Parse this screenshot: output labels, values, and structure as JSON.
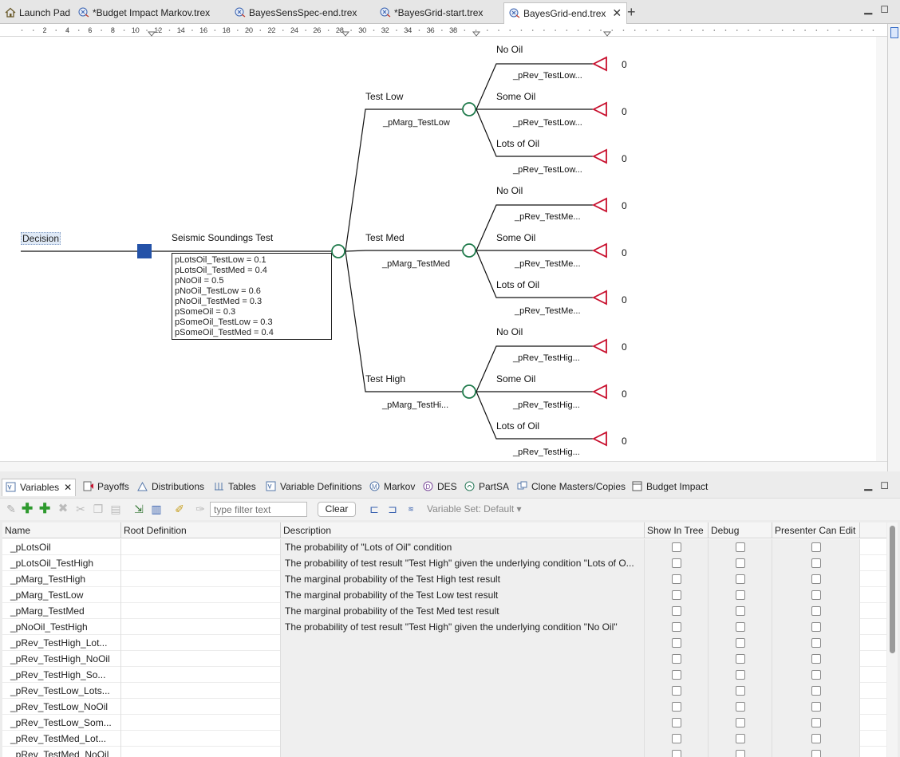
{
  "editor_tabs": [
    {
      "label": "Launch Pad",
      "icon": "house-icon",
      "active": false
    },
    {
      "label": "*Budget Impact Markov.trex",
      "icon": "tree-file-icon",
      "active": false
    },
    {
      "label": "BayesSensSpec-end.trex",
      "icon": "tree-file-icon",
      "active": false
    },
    {
      "label": "*BayesGrid-start.trex",
      "icon": "tree-file-icon",
      "active": false
    },
    {
      "label": "BayesGrid-end.trex",
      "icon": "tree-file-icon",
      "active": true
    }
  ],
  "ruler": {
    "labels": [
      "2",
      "4",
      "6",
      "8",
      "10",
      "12",
      "14",
      "16",
      "18",
      "20",
      "22",
      "24",
      "26",
      "28",
      "30",
      "32",
      "34",
      "36",
      "38"
    ]
  },
  "tree": {
    "root_label": "Decision",
    "decision_node_color": "#2452a8",
    "chance_node_color": "#1f7a4b",
    "terminal_node_color": "#c8102e",
    "strategy": {
      "label": "Seismic Soundings Test",
      "definitions": [
        "pLotsOil_TestLow = 0.1",
        "pLotsOil_TestMed = 0.4",
        "pNoOil = 0.5",
        "pNoOil_TestLow = 0.6",
        "pNoOil_TestMed = 0.3",
        "pSomeOil = 0.3",
        "pSomeOil_TestLow = 0.3",
        "pSomeOil_TestMed = 0.4"
      ]
    },
    "tests": [
      {
        "label": "Test Low",
        "prob": "_pMarg_TestLow",
        "outcomes": [
          {
            "label": "No Oil",
            "prob": "_pRev_TestLow...",
            "value": "0"
          },
          {
            "label": "Some Oil",
            "prob": "_pRev_TestLow...",
            "value": "0"
          },
          {
            "label": "Lots of Oil",
            "prob": "_pRev_TestLow...",
            "value": "0"
          }
        ]
      },
      {
        "label": "Test Med",
        "prob": "_pMarg_TestMed",
        "outcomes": [
          {
            "label": "No Oil",
            "prob": "_pRev_TestMe...",
            "value": "0"
          },
          {
            "label": "Some Oil",
            "prob": "_pRev_TestMe...",
            "value": "0"
          },
          {
            "label": "Lots of Oil",
            "prob": "_pRev_TestMe...",
            "value": "0"
          }
        ]
      },
      {
        "label": "Test High",
        "prob": "_pMarg_TestHi...",
        "outcomes": [
          {
            "label": "No Oil",
            "prob": "_pRev_TestHig...",
            "value": "0"
          },
          {
            "label": "Some Oil",
            "prob": "_pRev_TestHig...",
            "value": "0"
          },
          {
            "label": "Lots of Oil",
            "prob": "_pRev_TestHig...",
            "value": "0"
          }
        ]
      }
    ]
  },
  "view_tabs": [
    {
      "label": "Variables",
      "icon": "variables-icon",
      "active": true
    },
    {
      "label": "Payoffs",
      "icon": "payoffs-icon"
    },
    {
      "label": "Distributions",
      "icon": "distributions-icon"
    },
    {
      "label": "Tables",
      "icon": "tables-icon"
    },
    {
      "label": "Variable Definitions",
      "icon": "variable-definitions-icon"
    },
    {
      "label": "Markov",
      "icon": "markov-icon"
    },
    {
      "label": "DES",
      "icon": "des-icon"
    },
    {
      "label": "PartSA",
      "icon": "partsa-icon"
    },
    {
      "label": "Clone Masters/Copies",
      "icon": "clone-icon"
    },
    {
      "label": "Budget Impact",
      "icon": "budget-impact-icon"
    }
  ],
  "toolbar": {
    "filter_placeholder": "type filter text",
    "clear_label": "Clear",
    "variable_set": "Variable Set: Default ▾"
  },
  "table": {
    "columns": [
      "Name",
      "Root Definition",
      "Description",
      "Show In Tree",
      "Debug",
      "Presenter Can Edit"
    ],
    "rows": [
      {
        "name": "_pLotsOil",
        "root": "",
        "desc": "The probability of \"Lots of Oil\" condition"
      },
      {
        "name": "_pLotsOil_TestHigh",
        "root": "",
        "desc": "The probability of test result \"Test High\" given the underlying condition \"Lots of O..."
      },
      {
        "name": "_pMarg_TestHigh",
        "root": "",
        "desc": "The marginal probability of the Test High test result"
      },
      {
        "name": "_pMarg_TestLow",
        "root": "",
        "desc": "The marginal probability of the Test Low test result"
      },
      {
        "name": "_pMarg_TestMed",
        "root": "",
        "desc": "The marginal probability of the Test Med test result"
      },
      {
        "name": "_pNoOil_TestHigh",
        "root": "",
        "desc": "The probability of test result \"Test High\" given the underlying condition \"No Oil\""
      },
      {
        "name": "_pRev_TestHigh_Lot...",
        "root": "",
        "desc": ""
      },
      {
        "name": "_pRev_TestHigh_NoOil",
        "root": "",
        "desc": ""
      },
      {
        "name": "_pRev_TestHigh_So...",
        "root": "",
        "desc": ""
      },
      {
        "name": "_pRev_TestLow_Lots...",
        "root": "",
        "desc": ""
      },
      {
        "name": "_pRev_TestLow_NoOil",
        "root": "",
        "desc": ""
      },
      {
        "name": "_pRev_TestLow_Som...",
        "root": "",
        "desc": ""
      },
      {
        "name": "_pRev_TestMed_Lot...",
        "root": "",
        "desc": ""
      },
      {
        "name": "_pRev_TestMed_NoOil",
        "root": "",
        "desc": ""
      }
    ]
  }
}
